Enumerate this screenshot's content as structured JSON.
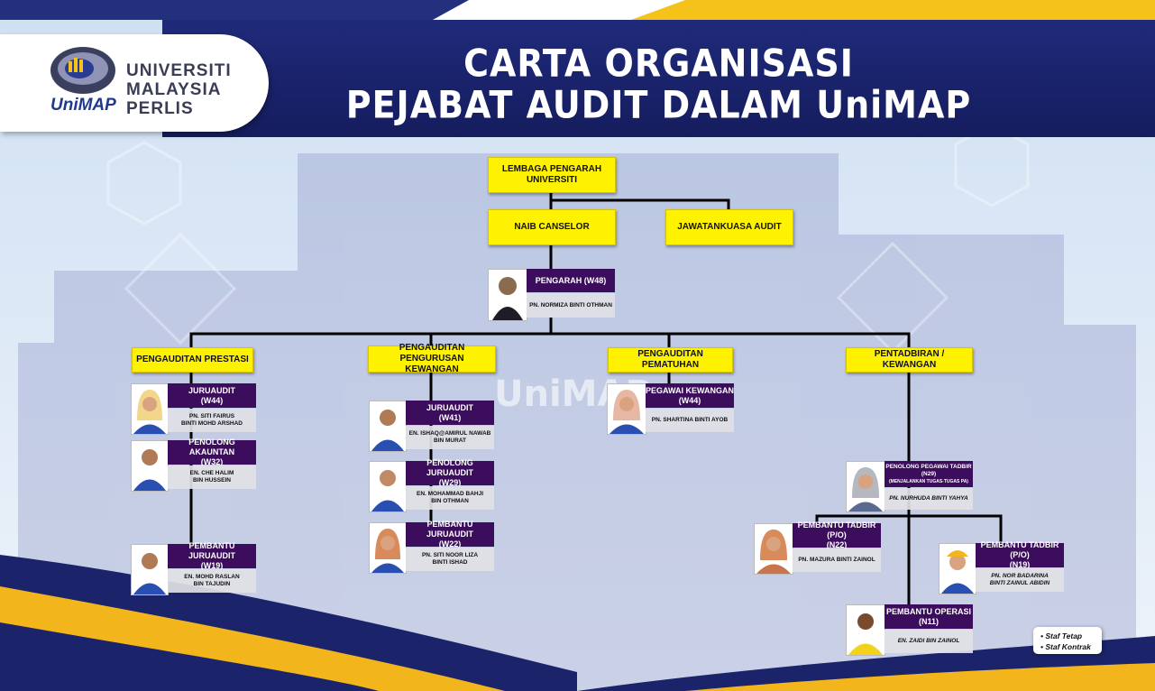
{
  "header": {
    "title_line_1": "CARTA ORGANISASI",
    "title_line_2": "PEJABAT AUDIT DALAM UniMAP"
  },
  "logo": {
    "line_1": "UNIVERSITI",
    "line_2": "MALAYSIA",
    "line_3": "PERLIS",
    "mark": "UniMAP"
  },
  "units": {
    "board": "LEMBAGA PENGARAH UNIVERSITI",
    "vc": "NAIB CANSELOR",
    "committee": "JAWATANKUASA AUDIT",
    "div_prestasi": "PENGAUDITAN PRESTASI",
    "div_pengurusan_1": "PENGAUDITAN PENGURUSAN",
    "div_pengurusan_2": "KEWANGAN",
    "div_pematuhan": "PENGAUDITAN PEMATUHAN",
    "div_pentadbiran": "PENTADBIRAN / KEWANGAN"
  },
  "director": {
    "title": "PENGARAH (W48)",
    "name": "PN. NORMIZA BINTI OTHMAN"
  },
  "staff": {
    "p1": {
      "title_1": "JURUAUDIT",
      "title_2": "(W44)",
      "name_1": "PN. SITI FAIRUS",
      "name_2": "BINTI MOHD ARSHAD"
    },
    "p2": {
      "title_1": "PENOLONG AKAUNTAN",
      "title_2": "(W32)",
      "name_1": "EN. CHE HALIM",
      "name_2": "BIN HUSSEIN"
    },
    "p3": {
      "title_1": "PEMBANTU JURUAUDIT",
      "title_2": "(W19)",
      "name_1": "EN. MOHD RASLAN",
      "name_2": "BIN TAJUDIN"
    },
    "g1": {
      "title_1": "JURUAUDIT",
      "title_2": "(W41)",
      "name_1": "EN. ISHAQ@AMIRUL NAWAB",
      "name_2": "BIN MURAT"
    },
    "g2": {
      "title_1": "PENOLONG JURUAUDIT",
      "title_2": "(W29)",
      "name_1": "EN. MOHAMMAD BAHJI",
      "name_2": "BIN OTHMAN"
    },
    "g3": {
      "title_1": "PEMBANTU JURUAUDIT",
      "title_2": "(W22)",
      "name_1": "PN. SITI NOOR LIZA",
      "name_2": "BINTI ISHAD"
    },
    "m1": {
      "title_1": "PEGAWAI KEWANGAN",
      "title_2": "(W44)",
      "name_1": "PN. SHARTINA BINTI AYOB",
      "name_2": ""
    },
    "t1": {
      "title_1": "PENOLONG PEGAWAI TADBIR",
      "title_2": "(N29)",
      "title_3": "(MENJALANKAN TUGAS-TUGAS PA)",
      "name_1": "PN. NURHUDA BINTI YAHYA",
      "name_2": ""
    },
    "t2": {
      "title_1": "PEMBANTU TADBIR (P/O)",
      "title_2": "(N22)",
      "name_1": "PN. MAZURA BINTI ZAINOL",
      "name_2": ""
    },
    "t3": {
      "title_1": "PEMBANTU TADBIR (P/O)",
      "title_2": "(N19)",
      "name_1": "PN. NOR BADARINA",
      "name_2": "BINTI ZAINUL ABIDIN"
    },
    "t4": {
      "title_1": "PEMBANTU OPERASI",
      "title_2": "(N11)",
      "name_1": "EN. ZAIDI BIN ZAINOL",
      "name_2": ""
    }
  },
  "legend": {
    "item_1": "• Staf Tetap",
    "item_2": "• Staf Kontrak"
  },
  "colors": {
    "navy": "#1b246b",
    "yellow_box": "#fff200",
    "purple_box": "#3b0d5c",
    "gold_accent": "#f2b61c"
  }
}
